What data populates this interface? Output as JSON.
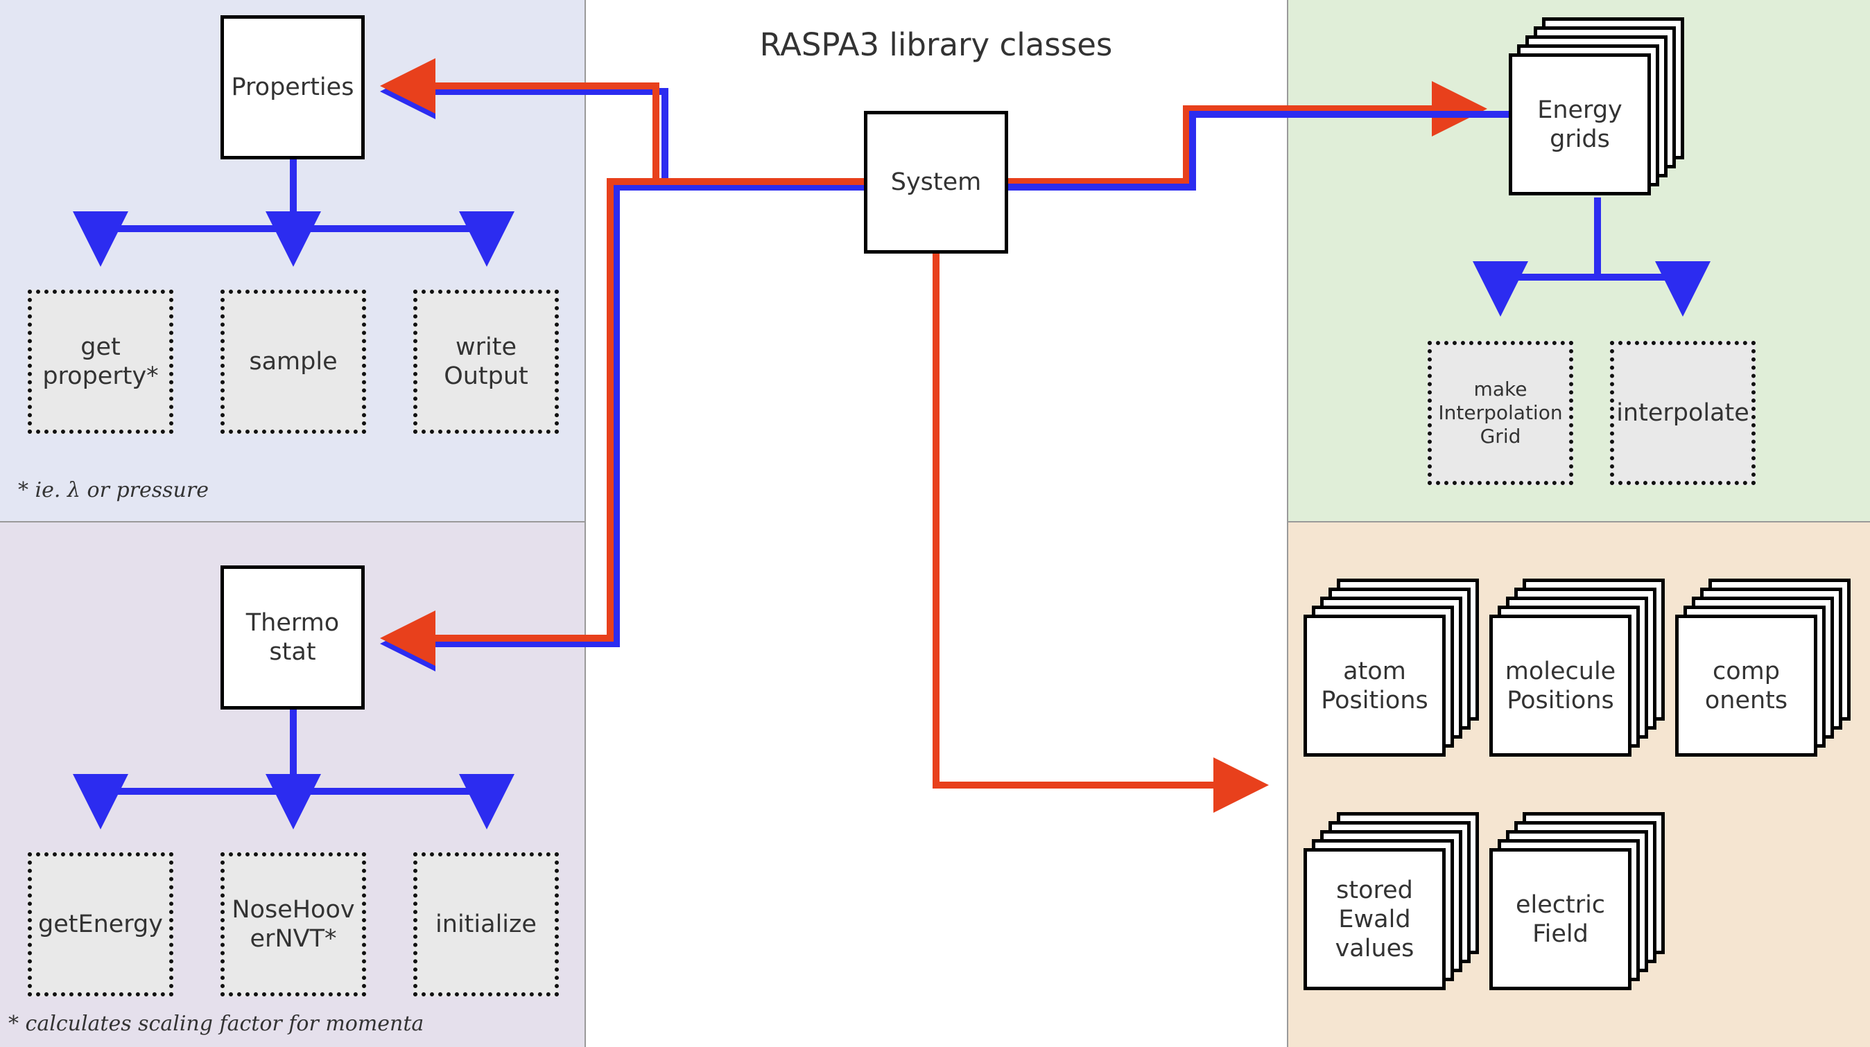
{
  "title": "RASPA3 library classes",
  "colors": {
    "connector_red": "#e8401c",
    "connector_blue": "#2c2cf0",
    "panel_properties": "#e3e6f3",
    "panel_thermostat": "#e5e0ec",
    "panel_energy_grids": "#e0eed8",
    "panel_system_data": "#f5e5d1"
  },
  "system": {
    "label": "System"
  },
  "properties": {
    "label": "Properties",
    "methods": [
      "get\nproperty*",
      "sample",
      "write\nOutput"
    ],
    "note": "* ie. λ or pressure"
  },
  "thermostat": {
    "label": "Thermo\nstat",
    "methods": [
      "getEnergy",
      "NoseHoov\nerNVT*",
      "initialize"
    ],
    "note": "* calculates scaling factor for momenta"
  },
  "energy_grids": {
    "label": "Energy\ngrids",
    "methods": [
      "make\nInterpolation\nGrid",
      "interpolate"
    ]
  },
  "system_data": {
    "items": [
      "atom\nPositions",
      "molecule\nPositions",
      "comp\nonents",
      "stored\nEwald\nvalues",
      "electric\nField"
    ]
  }
}
